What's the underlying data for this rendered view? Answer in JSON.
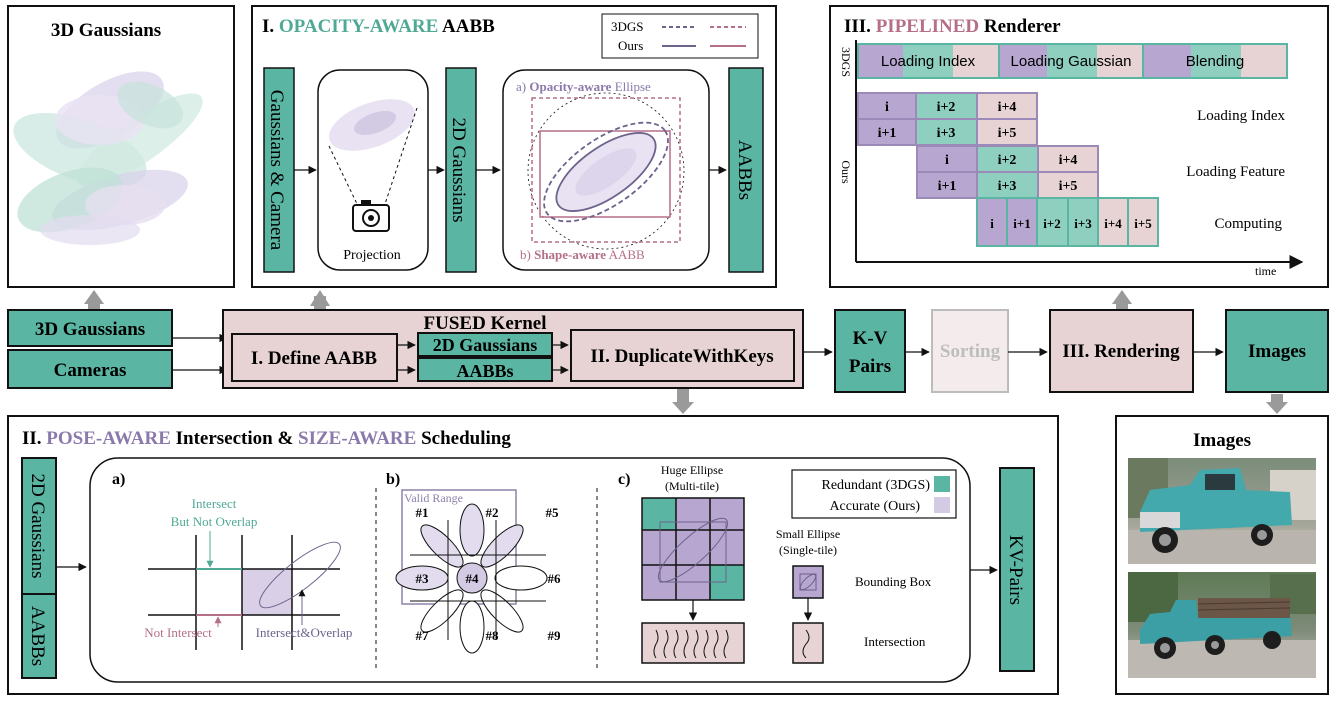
{
  "colors": {
    "teal": "#5ab5a3",
    "teal_light": "#8ecfbf",
    "pink": "#e7d3d4",
    "pink_border": "#b77c88",
    "purple": "#b7a6cf",
    "purple_light": "#e3dcef",
    "purple_text": "#8a79ab",
    "mauve": "#b56f88",
    "teal_text": "#4fa995"
  },
  "panel_3dg": {
    "title": "3D Gaussians"
  },
  "panel_opacity": {
    "title_prefix": "I. ",
    "title_hl": "OPACITY-AWARE",
    "title_suffix": " AABB",
    "input_label": "Gaussians & Camera",
    "projection_label": "Projection",
    "mid_label": "2D Gaussians",
    "output_label": "AABBs",
    "ellipse_a_prefix": "a) ",
    "ellipse_a_bold": "Opacity-aware",
    "ellipse_a_suffix": " Ellipse",
    "ellipse_b_prefix": "b) ",
    "ellipse_b_bold": "Shape-aware",
    "ellipse_b_suffix": " AABB",
    "legend_3dgs": "3DGS",
    "legend_ours": "Ours"
  },
  "panel_pipelined": {
    "title_prefix": "III. ",
    "title_hl": "PIPELINED",
    "title_suffix": " Renderer",
    "label_3dgs": "3DGS",
    "label_ours": "Ours",
    "bar_3dgs": [
      "Loading Index",
      "Loading Gaussian",
      "Blending"
    ],
    "stage_labels": [
      "Loading Index",
      "Loading Feature",
      "Computing"
    ],
    "index_cells": [
      "i",
      "i+2",
      "i+4",
      "i+1",
      "i+3",
      "i+5"
    ],
    "compute_cells": [
      "i",
      "i+1",
      "i+2",
      "i+3",
      "i+4",
      "i+5"
    ],
    "time_label": "time"
  },
  "flow": {
    "input_1": "3D Gaussians",
    "input_2": "Cameras",
    "fused_title": "FUSED Kernel",
    "define_aabb": "I. Define AABB",
    "mid_1": "2D Gaussians",
    "mid_2": "AABBs",
    "duplicate": "II. DuplicateWithKeys",
    "kv_1": "K-V",
    "kv_2": "Pairs",
    "sorting": "Sorting",
    "rendering": "III. Rendering",
    "images": "Images"
  },
  "panel_pose": {
    "title_prefix": "II. ",
    "title_hl1": "POSE-AWARE",
    "title_mid": " Intersection & ",
    "title_hl2": "SIZE-AWARE",
    "title_suffix": " Scheduling",
    "left_1": "2D Gaussians",
    "left_2": "AABBs",
    "a_label": "a)",
    "a_intersect_1": "Intersect",
    "a_intersect_2": "But Not Overlap",
    "a_not_intersect": "Not Intersect",
    "a_overlap": "Intersect&Overlap",
    "b_label": "b)",
    "b_valid": "Valid Range",
    "b_tiles": [
      "#1",
      "#2",
      "#5",
      "#3",
      "#4",
      "#6",
      "#7",
      "#8",
      "#9"
    ],
    "c_label": "c)",
    "c_huge_1": "Huge Ellipse",
    "c_huge_2": "(Multi-tile)",
    "c_legend_red": "Redundant (3DGS)",
    "c_legend_acc": "Accurate (Ours)",
    "c_small_1": "Small Ellipse",
    "c_small_2": "(Single-tile)",
    "c_bbox": "Bounding Box",
    "c_inter": "Intersection",
    "output": "KV-Pairs"
  },
  "panel_images": {
    "title": "Images"
  }
}
